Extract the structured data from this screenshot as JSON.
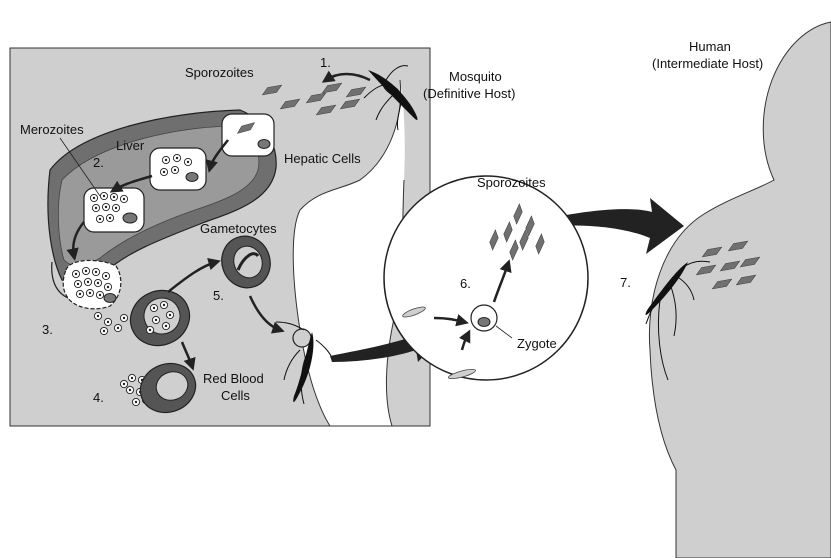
{
  "labels": {
    "sporozoites_top": "Sporozoites",
    "mosquito_line1": "Mosquito",
    "mosquito_line2": "(Definitive Host)",
    "human_line1": "Human",
    "human_line2": "(Intermediate Host)",
    "merozoites": "Merozoites",
    "liver": "Liver",
    "hepatic_cells": "Hepatic Cells",
    "gametocytes": "Gametocytes",
    "red_blood_line1": "Red Blood",
    "red_blood_line2": "Cells",
    "sporozoites_circle": "Sporozoites",
    "zygote": "Zygote"
  },
  "steps": {
    "s1": "1.",
    "s2": "2.",
    "s3": "3.",
    "s4": "4.",
    "s5": "5.",
    "s6": "6.",
    "s7": "7."
  },
  "colors": {
    "body": "#cfcfcf",
    "liver_dark": "#6f6f6f",
    "liver_light": "#9a9a9a",
    "cell_dark": "#555555",
    "outline": "#1a1a1a"
  }
}
